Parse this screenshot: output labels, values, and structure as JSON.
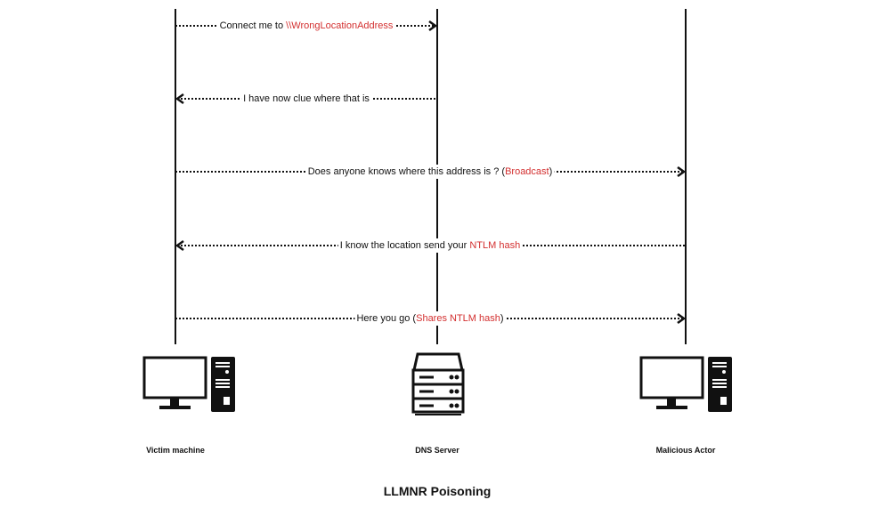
{
  "title": "LLMNR Poisoning",
  "colors": {
    "line": "#111111",
    "highlight": "#d32f2f"
  },
  "actors": [
    {
      "id": "victim",
      "label": "Victim machine",
      "icon": "computer-icon"
    },
    {
      "id": "dns",
      "label": "DNS Server",
      "icon": "server-icon"
    },
    {
      "id": "attacker",
      "label": "Malicious Actor",
      "icon": "computer-icon"
    }
  ],
  "messages": [
    {
      "from": "victim",
      "to": "dns",
      "text": "Connect me to ",
      "highlight": "\\\\WrongLocationAddress",
      "suffix": ""
    },
    {
      "from": "dns",
      "to": "victim",
      "text": "I have now clue where that is",
      "highlight": "",
      "suffix": ""
    },
    {
      "from": "victim",
      "to": "attacker",
      "text": "Does anyone knows where this address is ? (",
      "highlight": "Broadcast",
      "suffix": ")"
    },
    {
      "from": "attacker",
      "to": "victim",
      "text": "I know the location send your ",
      "highlight": "NTLM hash",
      "suffix": ""
    },
    {
      "from": "victim",
      "to": "attacker",
      "text": "Here you go (",
      "highlight": "Shares NTLM hash",
      "suffix": ")"
    }
  ]
}
